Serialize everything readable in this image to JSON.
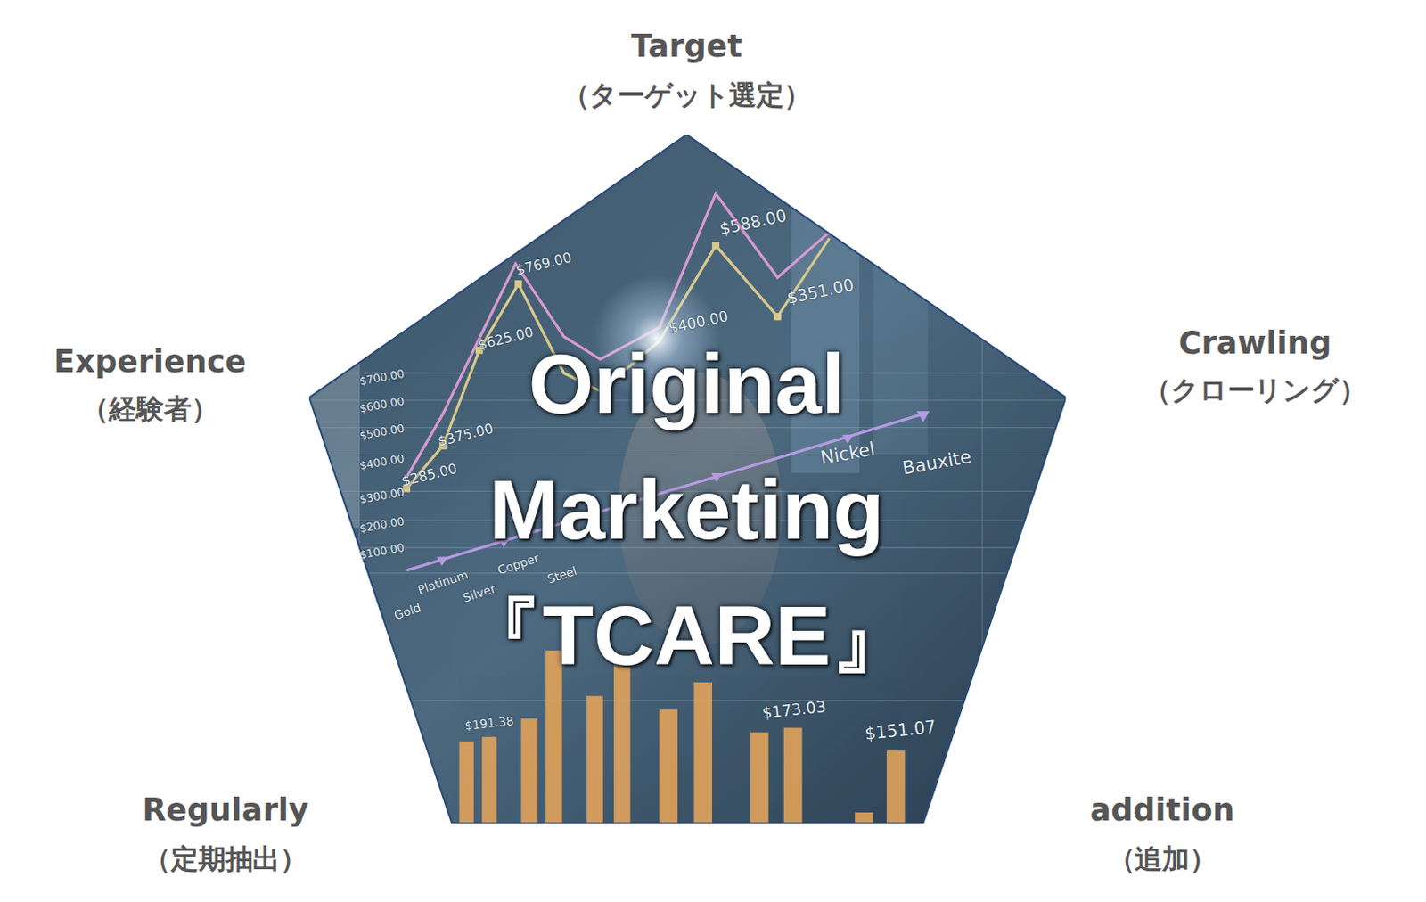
{
  "diagram": {
    "nodes": [
      {
        "text": [
          "Original Marketing 『TCARE』"
        ]
      }
    ],
    "labels": [
      "Target",
      "（ターゲット選定）",
      "Crawling",
      "（クローリング）",
      "addition",
      "（追加）",
      "Regularly",
      "（定期抽出）",
      "Experience",
      "（経験者）",
      "$769.00",
      "$625.00",
      "$375.00",
      "$285.00",
      "$588.00",
      "$351.00",
      "$400.00",
      "$700.00",
      "$600.00",
      "$500.00",
      "$400.00",
      "$300.00",
      "$200.00",
      "$100.00",
      "Nickel",
      "Bauxite",
      "Gold",
      "Platinum",
      "Silver",
      "Copper",
      "Steel",
      "$191.38",
      "$173.03",
      "$151.07"
    ]
  }
}
